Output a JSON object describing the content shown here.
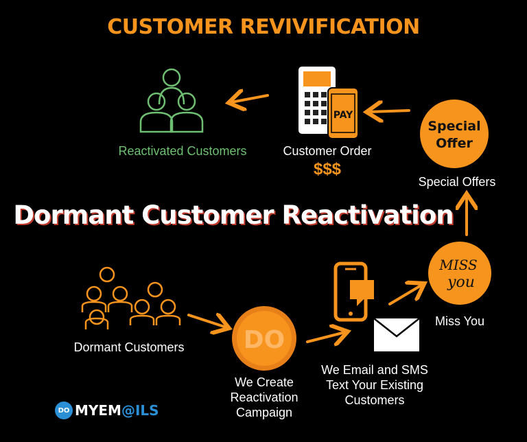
{
  "colors": {
    "accent": "#f7941d",
    "green": "#6fbf73",
    "background": "#000000",
    "text": "#ffffff",
    "logo_blue": "#2b8fd6"
  },
  "title": "CUSTOMER REVIVIFICATION",
  "subtitle": "Dormant Customer Reactivation",
  "nodes": {
    "reactivated_customers": {
      "label": "Reactivated Customers",
      "icon": "group-of-people-icon"
    },
    "customer_order": {
      "label": "Customer Order",
      "amount": "$$$",
      "icon": "payment-terminal-icon",
      "screen_text": "PAY"
    },
    "special_offers": {
      "label": "Special Offers",
      "icon": "special-offer-badge-icon",
      "badge_line1": "Special",
      "badge_line2": "Offer"
    },
    "miss_you": {
      "label": "Miss You",
      "icon": "miss-you-badge-icon",
      "badge_line1": "MISS",
      "badge_line2": "you"
    },
    "campaign": {
      "label_line1": "We Create",
      "label_line2": "Reactivation",
      "label_line3": "Campaign",
      "icon": "do-coin-icon",
      "coin_text": "DO"
    },
    "email_sms": {
      "label_line1": "We Email and SMS",
      "label_line2": "Text Your Existing",
      "label_line3": "Customers",
      "icon": "phone-and-envelope-icon"
    },
    "dormant_customers": {
      "label": "Dormant Customers",
      "icon": "crowd-of-people-icon"
    }
  },
  "logo": {
    "badge": "DO",
    "text_a": "MYEM",
    "text_b": "@",
    "text_c": "ILS"
  }
}
